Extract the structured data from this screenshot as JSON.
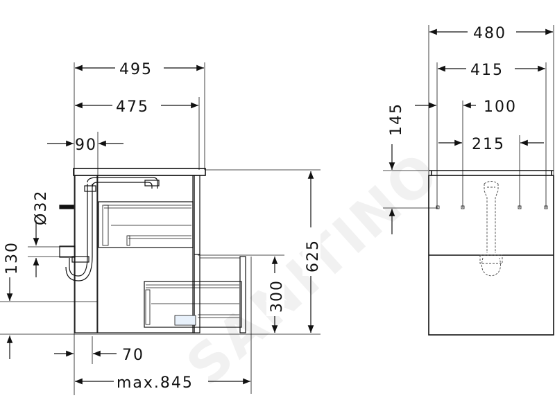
{
  "watermark": "SANITINO",
  "dimensions": {
    "side_depth_total": "495",
    "side_depth_top": "475",
    "side_offset_90": "90",
    "side_diameter": "Ø32",
    "side_height_130": "130",
    "side_height_625": "625",
    "side_height_300": "300",
    "side_offset_70": "70",
    "side_max_845": "max.845",
    "front_width_480": "480",
    "front_width_415": "415",
    "front_height_145": "145",
    "front_spacing_100": "100",
    "front_spacing_215": "215"
  }
}
